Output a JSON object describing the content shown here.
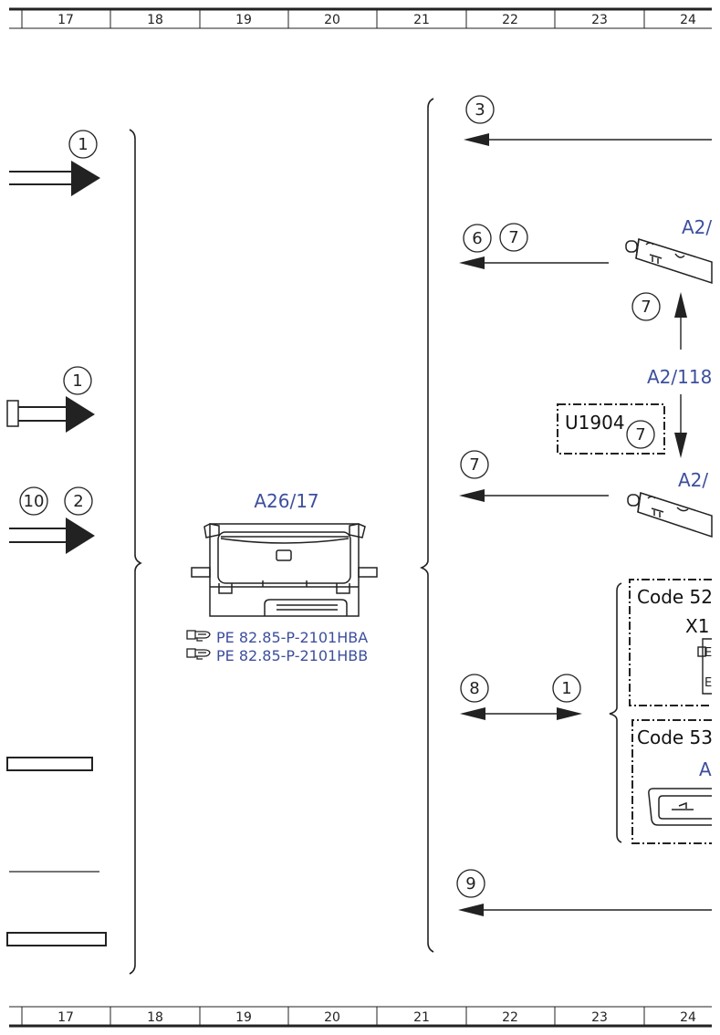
{
  "ruler": {
    "top": [
      "17",
      "18",
      "19",
      "20",
      "21",
      "22",
      "23",
      "24"
    ],
    "bottom": [
      "17",
      "18",
      "19",
      "20",
      "21",
      "22",
      "23",
      "24"
    ]
  },
  "component": {
    "label": "A26/17",
    "refs": [
      "PE 82.85-P-2101HBA",
      "PE 82.85-P-2101HBB"
    ]
  },
  "left_markers": [
    "1",
    "1",
    "10",
    "2"
  ],
  "right_markers": {
    "m3": "3",
    "m6": "6",
    "m7a": "7",
    "m7b": "7",
    "m7c": "7",
    "m7d": "7",
    "m8": "8",
    "m1": "1",
    "m9": "9"
  },
  "right_labels": {
    "a2_top": "A2/",
    "a2_mid": "A2/118",
    "a2_low": "A2/",
    "u1904": "U1904",
    "code_52": "Code 52",
    "x1": "X1",
    "code_53": "Code 53",
    "a_cut": "A"
  },
  "colors": {
    "line": "#222222",
    "ref": "#3d4f9c"
  }
}
